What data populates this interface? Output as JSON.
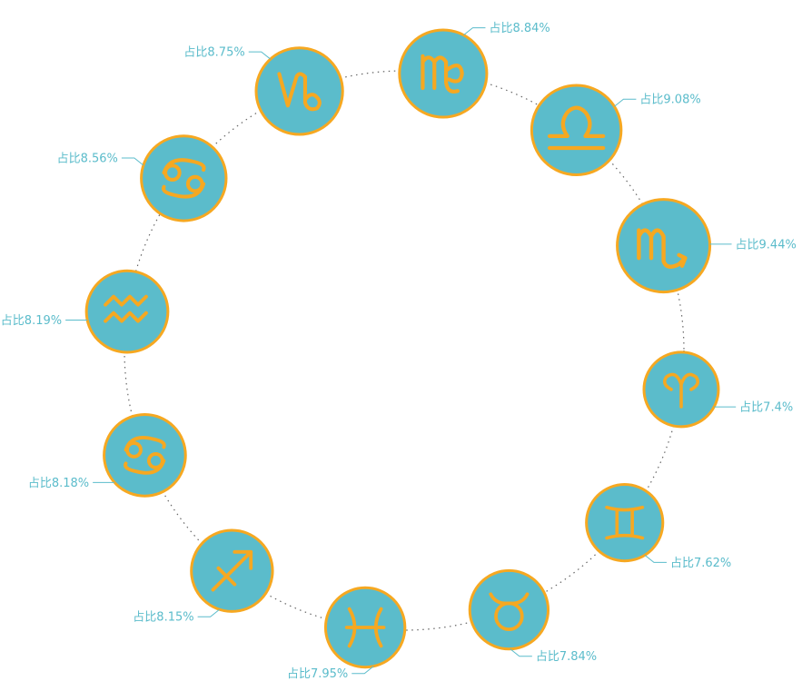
{
  "chart_data": {
    "type": "pie",
    "title": "",
    "label_prefix": "占比",
    "label_suffix": "%",
    "slices": [
      {
        "icon": "virgo-icon",
        "value": 8.84
      },
      {
        "icon": "libra-icon",
        "value": 9.08
      },
      {
        "icon": "scorpio-icon",
        "value": 9.44
      },
      {
        "icon": "aries-icon",
        "value": 7.4
      },
      {
        "icon": "gemini-icon",
        "value": 7.62
      },
      {
        "icon": "taurus-icon",
        "value": 7.84
      },
      {
        "icon": "pisces-icon",
        "value": 7.95
      },
      {
        "icon": "sagittarius-icon",
        "value": 8.15
      },
      {
        "icon": "cancer-icon",
        "value": 8.18
      },
      {
        "icon": "aquarius-icon",
        "value": 8.19
      },
      {
        "icon": "cancer-icon",
        "value": 8.56
      },
      {
        "icon": "capricorn-icon",
        "value": 8.75
      }
    ],
    "colors": {
      "circle_fill": "#5bbccb",
      "circle_stroke": "#f6a821",
      "icon_stroke": "#f6a821",
      "label_text": "#5bbccb",
      "leader_line": "#5bbccb",
      "ring_line": "#666666"
    }
  }
}
